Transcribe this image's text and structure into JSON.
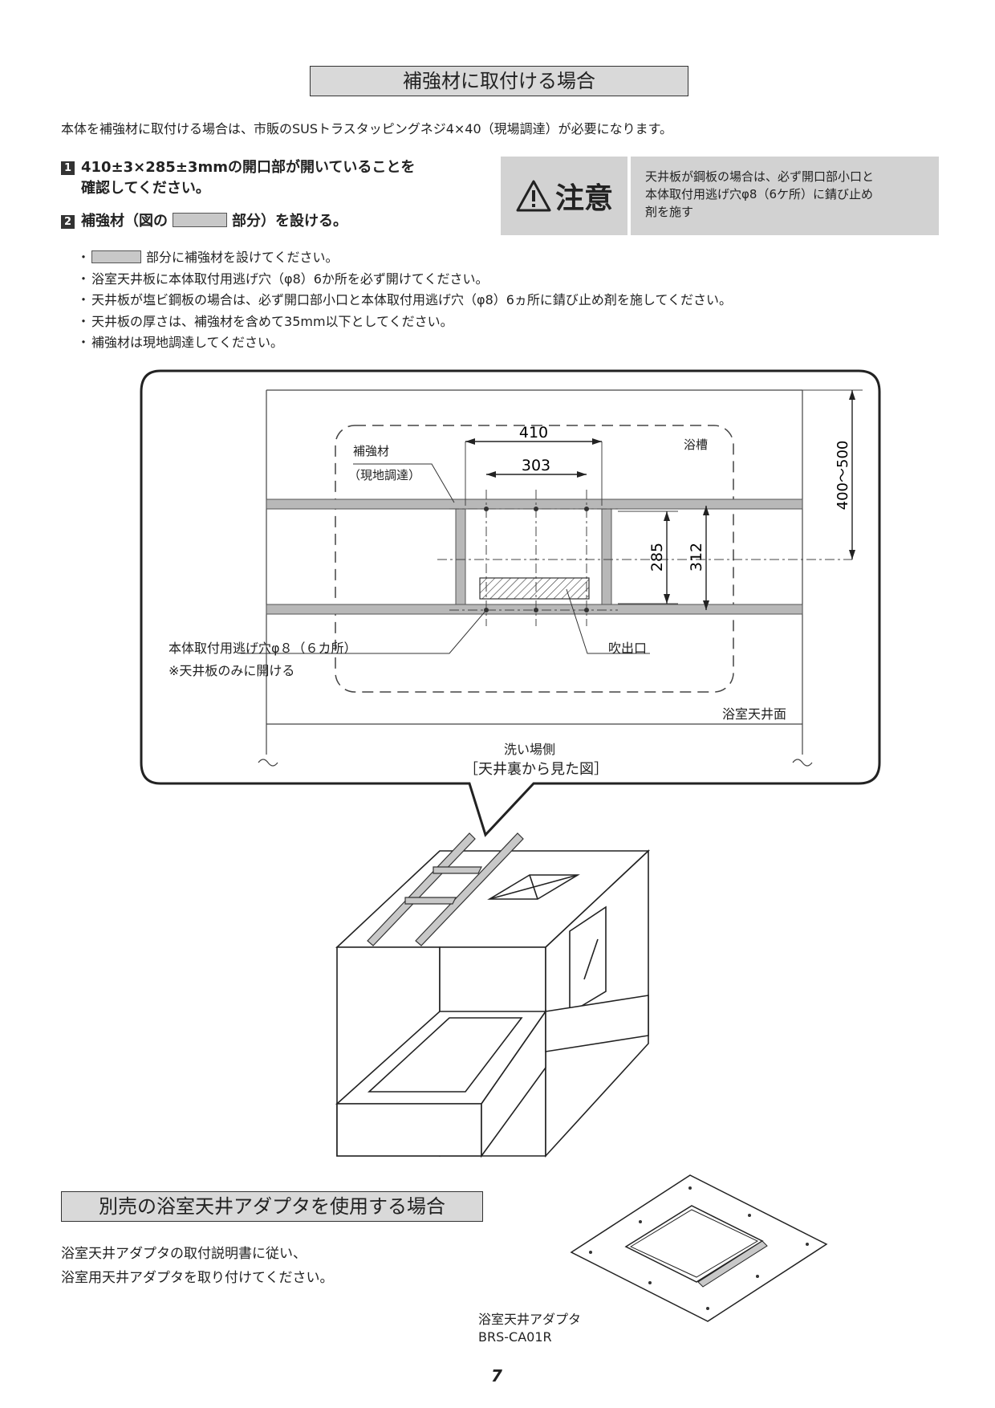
{
  "section1": {
    "title": "補強材に取付ける場合",
    "intro": "本体を補強材に取付ける場合は、市販のSUSトラスタッピングネジ4×40（現場調達）が必要になります。",
    "step1_num": "1",
    "step1_line1": "410±3×285±3mmの開口部が開いていることを",
    "step1_line2": "確認してください。",
    "step2_num": "2",
    "step2_pre": "補強材（図の",
    "step2_post": "部分）を設ける。",
    "bullets": [
      "部分に補強材を設けてください。",
      "浴室天井板に本体取付用逃げ穴（φ8）6か所を必ず開けてください。",
      "天井板が塩ビ鋼板の場合は、必ず開口部小口と本体取付用逃げ穴（φ8）6ヵ所に錆び止め剤を施してください。",
      "天井板の厚さは、補強材を含めて35mm以下としてください。",
      "補強材は現地調達してください。"
    ]
  },
  "caution": {
    "label": "注意",
    "line1": "天井板が鋼板の場合は、必ず開口部小口と",
    "line2": "本体取付用逃げ穴φ8（6ケ所）に錆び止め",
    "line3": "剤を施す"
  },
  "diagram": {
    "dim_410": "410",
    "dim_303": "303",
    "dim_285": "285",
    "dim_312": "312",
    "dim_400_500": "400〜500",
    "label_reinforcement": "補強材",
    "label_local_procure": "（現地調達）",
    "label_bathtub": "浴槽",
    "label_holes": "本体取付用逃げ穴φ８（６カ所）",
    "label_holes_note": "※天井板のみに開ける",
    "label_outlet": "吹出口",
    "label_ceiling": "浴室天井面",
    "label_wash": "洗い場側",
    "label_view": "［天井裏から見た図］"
  },
  "section2": {
    "title": "別売の浴室天井アダプタを使用する場合",
    "line1": "浴室天井アダプタの取付説明書に従い、",
    "line2": "浴室用天井アダプタを取り付けてください。",
    "adapter_name": "浴室天井アダプタ",
    "adapter_model": "BRS-CA01R"
  },
  "page_number": "7",
  "colors": {
    "panel_gray": "#d2d2d2",
    "title_gray": "#d9d9d9",
    "frame_gray": "#b8b8b8"
  }
}
